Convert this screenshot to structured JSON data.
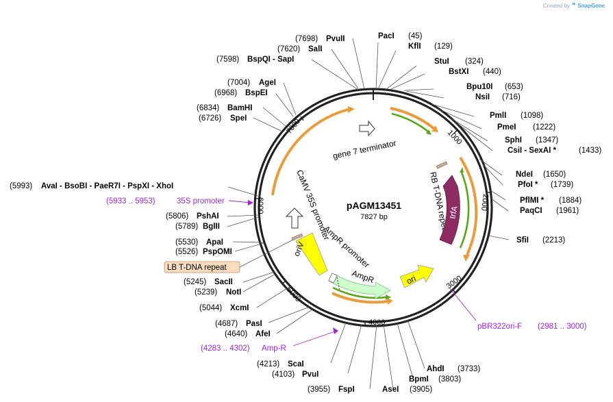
{
  "watermark": {
    "prefix": "Created by",
    "brand": "SnapGene"
  },
  "plasmid": {
    "name": "pAGM13451",
    "length_label": "7827 bp",
    "length_bp": 7827
  },
  "ticks": [
    "1000",
    "2000",
    "3000",
    "4000",
    "5000",
    "6000",
    "7000"
  ],
  "sites": [
    {
      "name": "PacI",
      "pos": "(45)"
    },
    {
      "name": "KflI",
      "pos": "(129)"
    },
    {
      "name": "StuI",
      "pos": "(324)"
    },
    {
      "name": "BstXI",
      "pos": "(440)"
    },
    {
      "name": "Bpu10I",
      "pos": "(653)"
    },
    {
      "name": "NsiI",
      "pos": "(716)"
    },
    {
      "name": "PmlI",
      "pos": "(1098)"
    },
    {
      "name": "PmeI",
      "pos": "(1222)"
    },
    {
      "name": "SphI",
      "pos": "(1347)"
    },
    {
      "name": "CsiI  -  SexAI *",
      "pos": "(1433)"
    },
    {
      "name": "NdeI",
      "pos": "(1650)"
    },
    {
      "name": "PfoI *",
      "pos": "(1739)"
    },
    {
      "name": "PflMI *",
      "pos": "(1884)"
    },
    {
      "name": "PaqCI",
      "pos": "(1961)"
    },
    {
      "name": "SfiI",
      "pos": "(2213)"
    },
    {
      "name": "AhdI",
      "pos": "(3733)"
    },
    {
      "name": "BpmI",
      "pos": "(3803)"
    },
    {
      "name": "AseI",
      "pos": "(3905)"
    },
    {
      "name": "FspI",
      "pos": "(3955)"
    },
    {
      "name": "PvuI",
      "pos": "(4103)"
    },
    {
      "name": "ScaI",
      "pos": "(4213)"
    },
    {
      "name": "AfeI",
      "pos": "(4640)"
    },
    {
      "name": "PasI",
      "pos": "(4687)"
    },
    {
      "name": "XcmI",
      "pos": "(5044)"
    },
    {
      "name": "NotI",
      "pos": "(5239)"
    },
    {
      "name": "SacII",
      "pos": "(5245)"
    },
    {
      "name": "PspOMI",
      "pos": "(5526)"
    },
    {
      "name": "ApaI",
      "pos": "(5530)"
    },
    {
      "name": "BglII",
      "pos": "(5789)"
    },
    {
      "name": "PshAI",
      "pos": "(5806)"
    },
    {
      "name": "AvaI  -  BsoBI  -  PaeR7I  -  PspXI  -  XhoI",
      "pos": "(5993)"
    },
    {
      "name": "SpeI",
      "pos": "(6726)"
    },
    {
      "name": "BamHI",
      "pos": "(6834)"
    },
    {
      "name": "BspEI",
      "pos": "(6968)"
    },
    {
      "name": "AgeI",
      "pos": "(7004)"
    },
    {
      "name": "BspQI  -  SapI",
      "pos": "(7598)"
    },
    {
      "name": "SalI",
      "pos": "(7620)"
    },
    {
      "name": "PvuII",
      "pos": "(7698)"
    }
  ],
  "primers": [
    {
      "name": "35S promoter",
      "range": "(5933 .. 5953)"
    },
    {
      "name": "pBR322ori-F",
      "range": "(2981 .. 3000)"
    },
    {
      "name": "Amp-R",
      "range": "(4283 .. 4302)"
    }
  ],
  "features": {
    "lb_repeat": "LB T-DNA repeat",
    "gene7_terminator": "gene 7 terminator",
    "rb_repeat": "RB T-DNA repeat",
    "trfA": "trfA",
    "camv_promoter": "CaMV 35S promoter",
    "ampr_promoter": "AmpR promoter",
    "ampr": "AmpR",
    "oriV": "oriV",
    "ori": "ori"
  },
  "colors": {
    "enzyme_text": "#000000",
    "primer_text": "#9b27d8",
    "backbone": "#222222",
    "orf_arrow": "#e89c3c",
    "orf_arrow_inner": "#57a818",
    "trfA": "#8e2b62",
    "oriV": "#ffff00",
    "ori": "#ffff00",
    "ampr": "#ccffcc",
    "lb_box_fill": "#fadcbf",
    "lb_box_border": "#b98a5e",
    "repeat_marker": "#c8ab93",
    "watermark": "#4aa3df"
  }
}
